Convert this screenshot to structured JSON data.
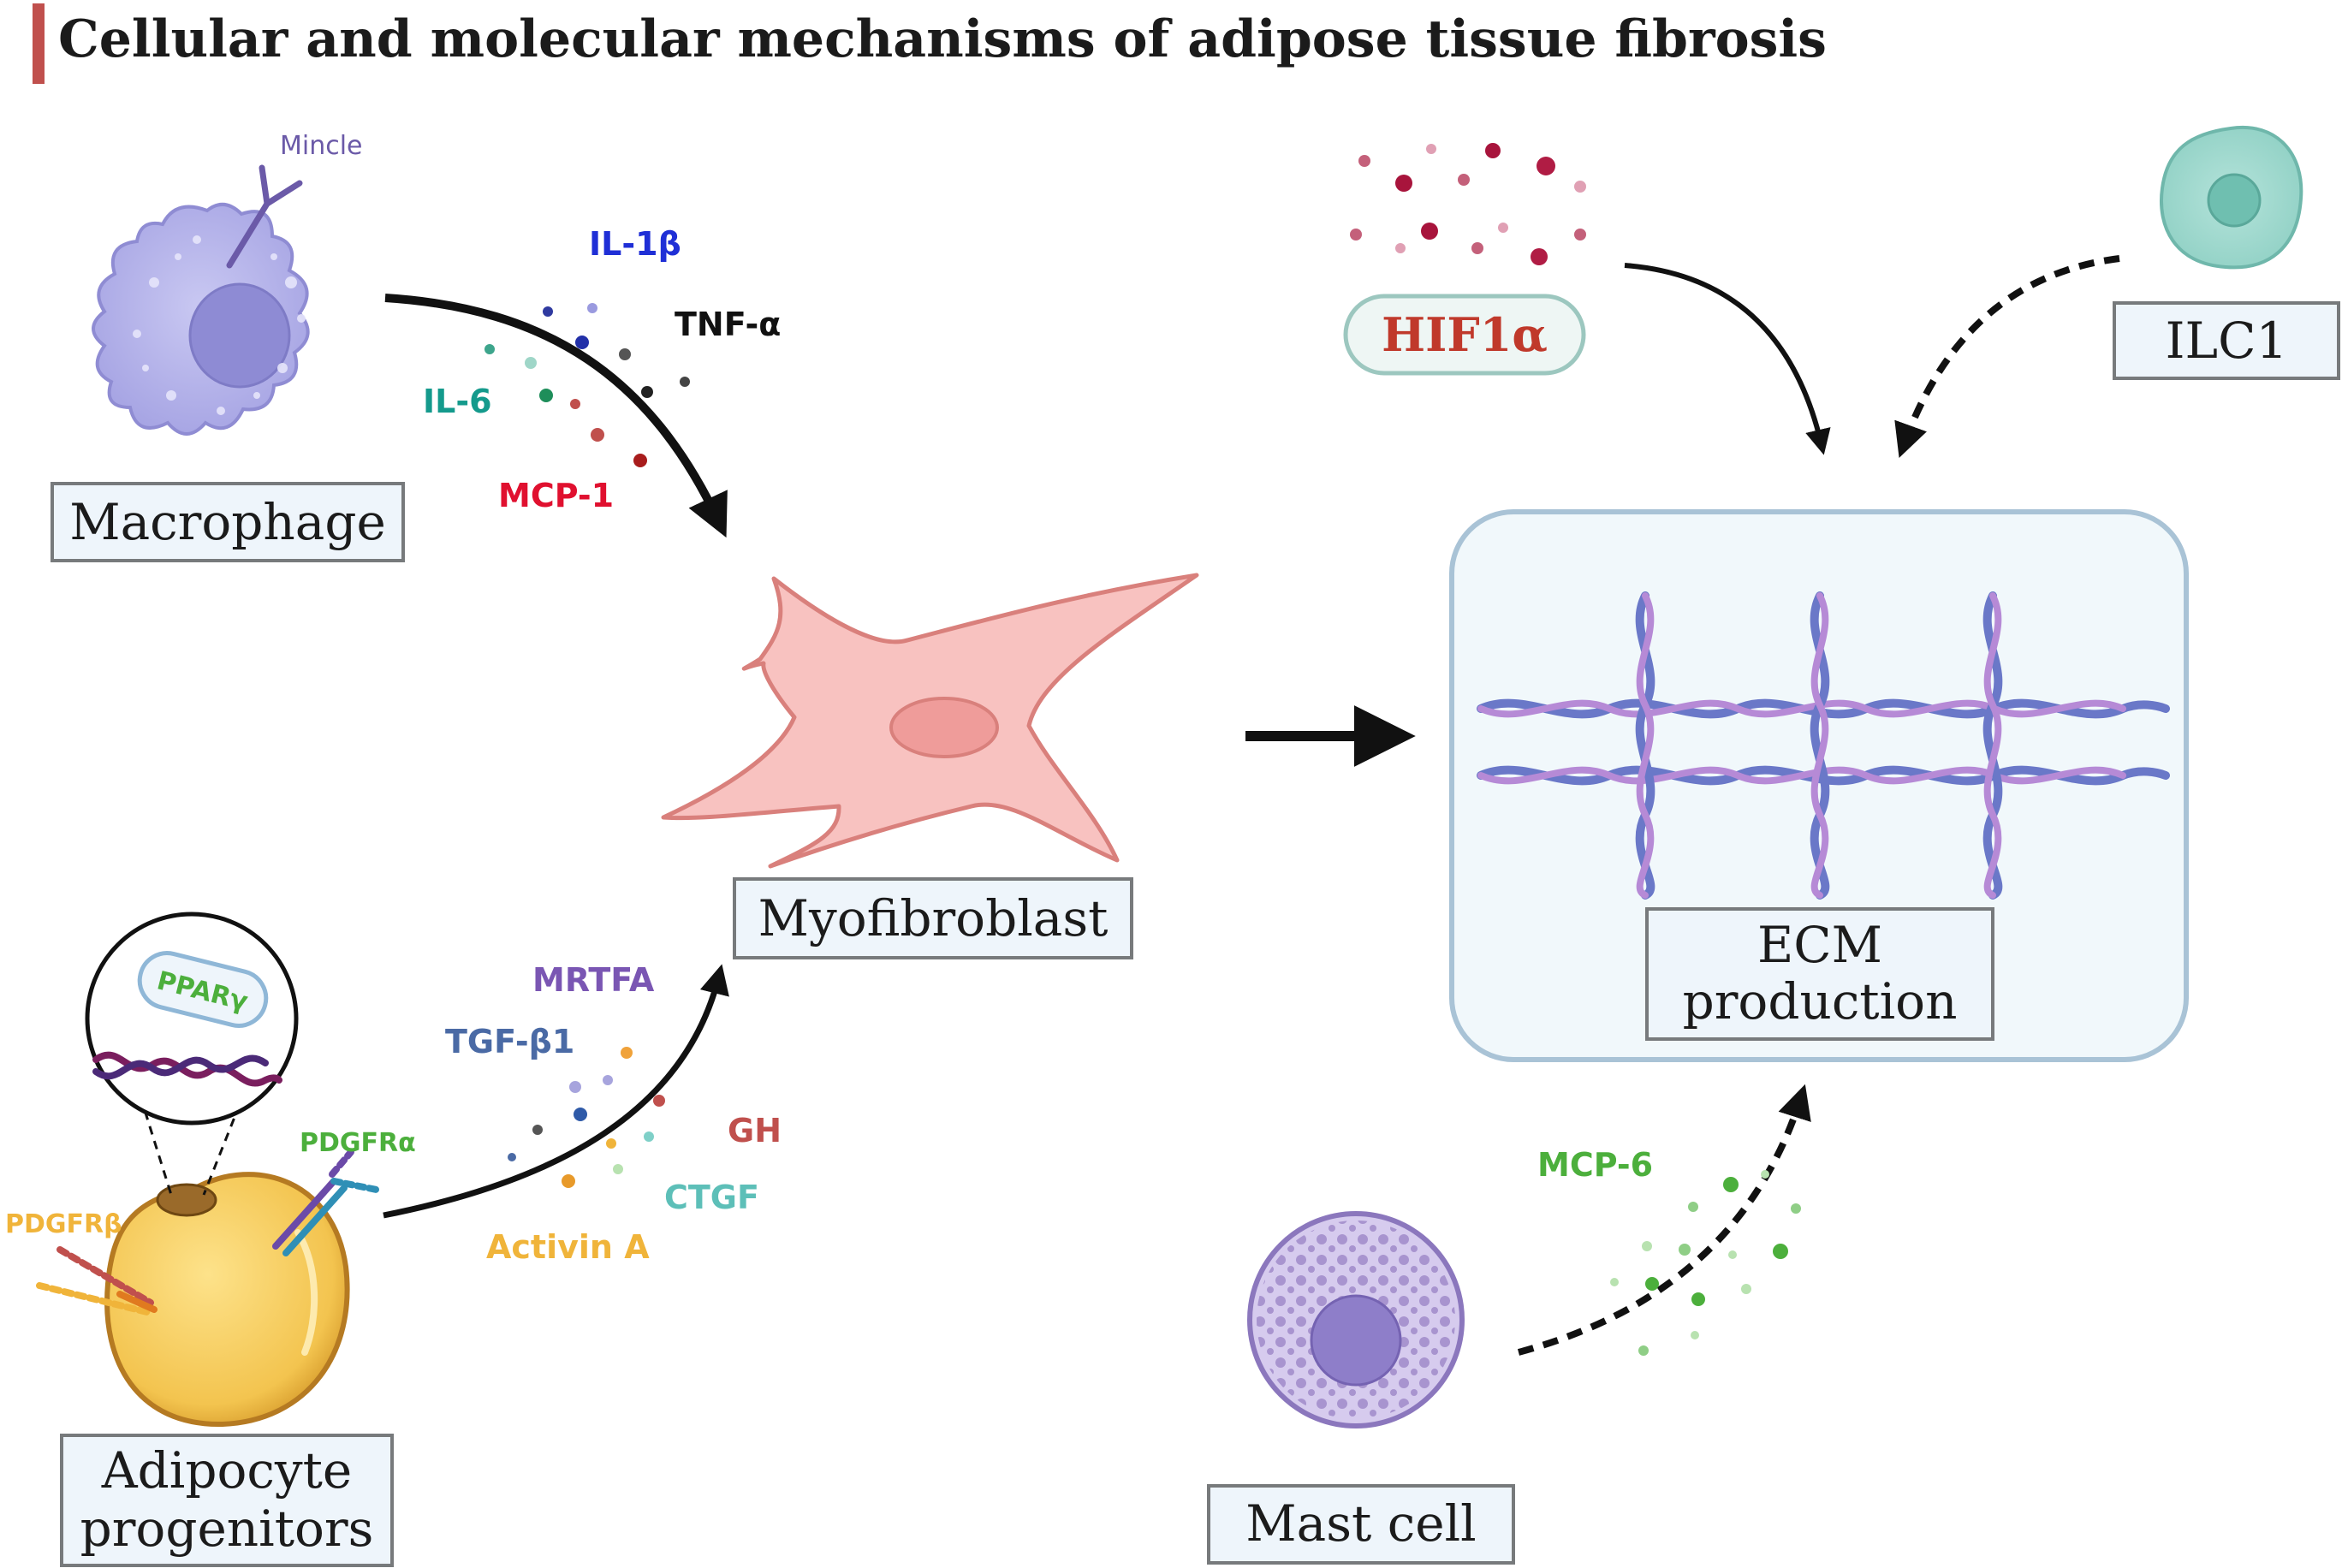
{
  "title": "Cellular and molecular mechanisms of adipose tissue fibrosis",
  "labels": {
    "macrophage": "Macrophage",
    "myofibroblast": "Myofibroblast",
    "adipocyte_line1": "Adipocyte",
    "adipocyte_line2": "progenitors",
    "mast_cell": "Mast cell",
    "ilc1": "ILC1",
    "hif1a": "HIF1α",
    "ecm_line1": "ECM",
    "ecm_line2": "production"
  },
  "receptors": {
    "mincle": "Mincle",
    "ppar": "PPARγ",
    "pdgfra": "PDGFRα",
    "pdgfrb": "PDGFRβ"
  },
  "macrophage_factors": {
    "il1b": "IL-1β",
    "tnfa": "TNF-α",
    "il6": "IL-6",
    "mcp1": "MCP-1"
  },
  "progenitor_factors": {
    "mrtfa": "MRTFA",
    "tgfb1": "TGF-β1",
    "gh": "GH",
    "ctgf": "CTGF",
    "activin": "Activin A"
  },
  "mast_factors": {
    "mcp6": "MCP-6"
  },
  "colors": {
    "title_bar": "#c0504d",
    "il1b": "#1f2fd6",
    "tnfa": "#111111",
    "il6": "#149a8c",
    "mcp1": "#e0102f",
    "mrtfa": "#7a56b3",
    "tgfb1": "#4a6aa5",
    "gh": "#c0504d",
    "ctgf": "#5dbfb8",
    "activin": "#f0b43a",
    "mcp6": "#4caf3c",
    "hif1a": "#c0392b",
    "pdgfra": "#4caf3c",
    "pdgfrb": "#f0b43a",
    "mincle": "#6b5aa8",
    "ppar": "#4caf3c"
  }
}
